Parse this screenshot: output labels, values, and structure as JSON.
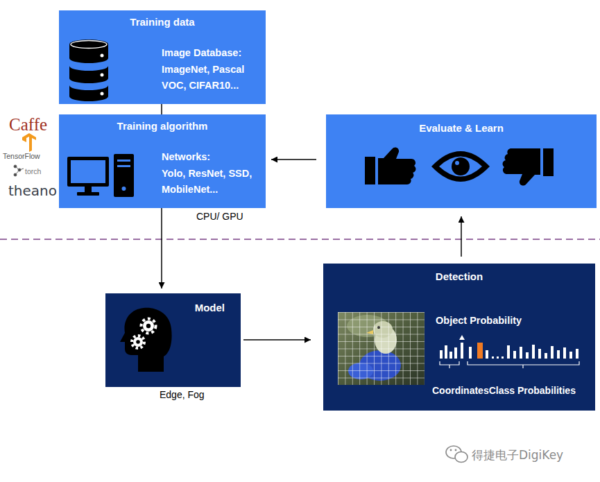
{
  "diagram": {
    "nodes": [
      {
        "text": [
          "Training data",
          "Image Database:",
          "ImageNet, Pascal VOC, CIFAR10..."
        ]
      },
      {
        "text": [
          "Training algorithm",
          "Networks:",
          "Yolo, ResNet, SSD, MobileNet..."
        ]
      },
      {
        "text": [
          "Evaluate & Learn"
        ]
      },
      {
        "text": [
          "Model"
        ]
      },
      {
        "text": [
          "Detection",
          "Object Probability",
          "CoordinatesClass Probabilities"
        ]
      }
    ],
    "edges": [
      {
        "from": 0,
        "to": 1,
        "arrow": "none"
      },
      {
        "from": 2,
        "to": 1,
        "arrow": "to"
      },
      {
        "from": 1,
        "to": 3,
        "arrow": "to"
      },
      {
        "from": 3,
        "to": 4,
        "arrow": "to"
      },
      {
        "from": 4,
        "to": 2,
        "arrow": "to"
      }
    ],
    "labels": [
      "Caffe",
      "TensorFlow",
      "torch",
      "theano",
      "CPU/ GPU",
      "Edge, Fog",
      "得捷电子DigiKey"
    ]
  }
}
